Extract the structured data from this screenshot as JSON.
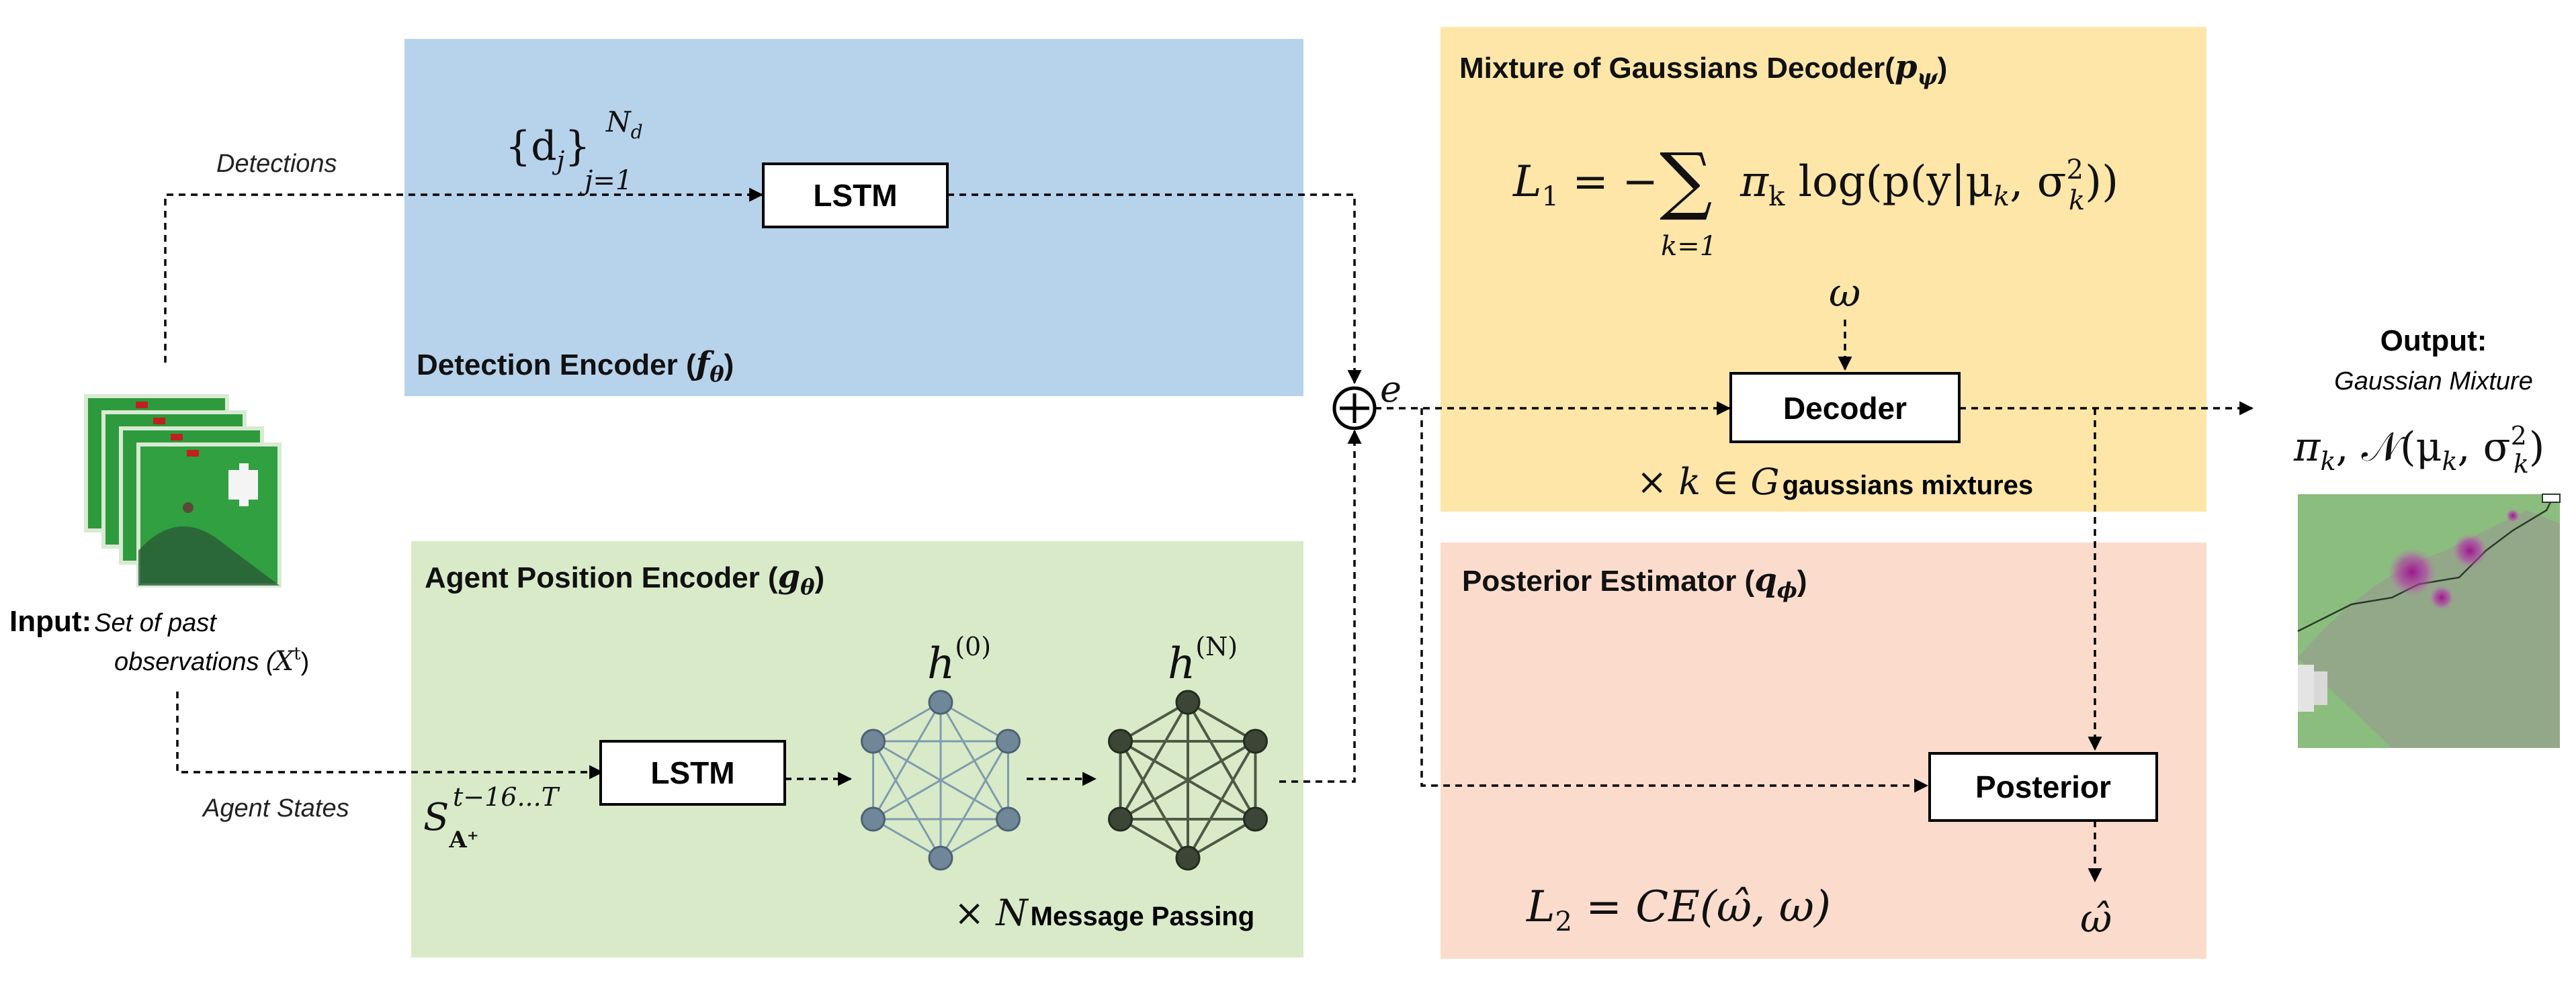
{
  "detection_encoder": {
    "title": "Detection Encoder (",
    "param": "f",
    "param_sub": "θ",
    "title_close": ")",
    "lstm_label": "LSTM",
    "set_d": "d",
    "set_d_sub": "j",
    "set_super": "N",
    "set_super_sub": "d",
    "set_sub": "j=1",
    "detections_label": "Detections"
  },
  "agent_encoder": {
    "title": "Agent Position Encoder (",
    "param": "g",
    "param_sub": "θ",
    "title_close": ")",
    "lstm_label": "LSTM",
    "agent_states_label": "Agent States",
    "state_base": "S",
    "state_sub": "A⁺",
    "state_sup": "t−16...T",
    "h0_base": "h",
    "h0_sup": "(0)",
    "hN_base": "h",
    "hN_sup": "(N)",
    "times_N": "× N",
    "message_passing": "Message Passing"
  },
  "mog_decoder": {
    "title": "Mixture of Gaussians Decoder(",
    "param": "p",
    "param_sub": "ψ",
    "title_close": ")",
    "loss_lhs": "L",
    "loss_lhs_sub": "1",
    "loss_eq": " = −",
    "sum_symbol": "∑",
    "sum_index": "k=1",
    "loss_rhs": "π",
    "loss_rhs_sub": "k",
    "loss_rhs2": " log(p(y|μ",
    "loss_rhs2_sub": "k",
    "loss_rhs3": ", σ",
    "loss_rhs3_sup": "2",
    "loss_rhs3_sub": "k",
    "loss_rhs4": "))",
    "omega": "ω",
    "decoder_label": "Decoder",
    "mixture_math": "× k ∈ G",
    "mixture_text": "gaussians mixtures"
  },
  "posterior_estimator": {
    "title": "Posterior Estimator (",
    "param": "q",
    "param_sub": "ϕ",
    "title_close": ")",
    "posterior_label": "Posterior",
    "loss": "L",
    "loss_sub": "2",
    "loss_rhs": " = CE(ω̂, ω)",
    "omega_hat": "ω̂"
  },
  "fusion": {
    "symbol": "⊕",
    "e_label": "e"
  },
  "input": {
    "label_bold": "Input:",
    "label_ital_1": "Set of past",
    "label_ital_2": "observations (",
    "label_x": "X",
    "label_x_sup": "t",
    "label_close": ")"
  },
  "output": {
    "label_bold": "Output:",
    "label_ital": "Gaussian Mixture",
    "formula_pi": "π",
    "formula_pi_sub": "k",
    "formula_rest": ", 𝒩(μ",
    "formula_mu_sub": "k",
    "formula_sigma": ", σ",
    "formula_sigma_sup": "2",
    "formula_sigma_sub": "k",
    "formula_close": ")"
  },
  "colors": {
    "detection_bg": "#b7d3ec",
    "agent_bg": "#d9eac9",
    "mog_bg": "#fde6a8",
    "posterior_bg": "#fbdccc",
    "map_green": "#1f8a3a"
  }
}
